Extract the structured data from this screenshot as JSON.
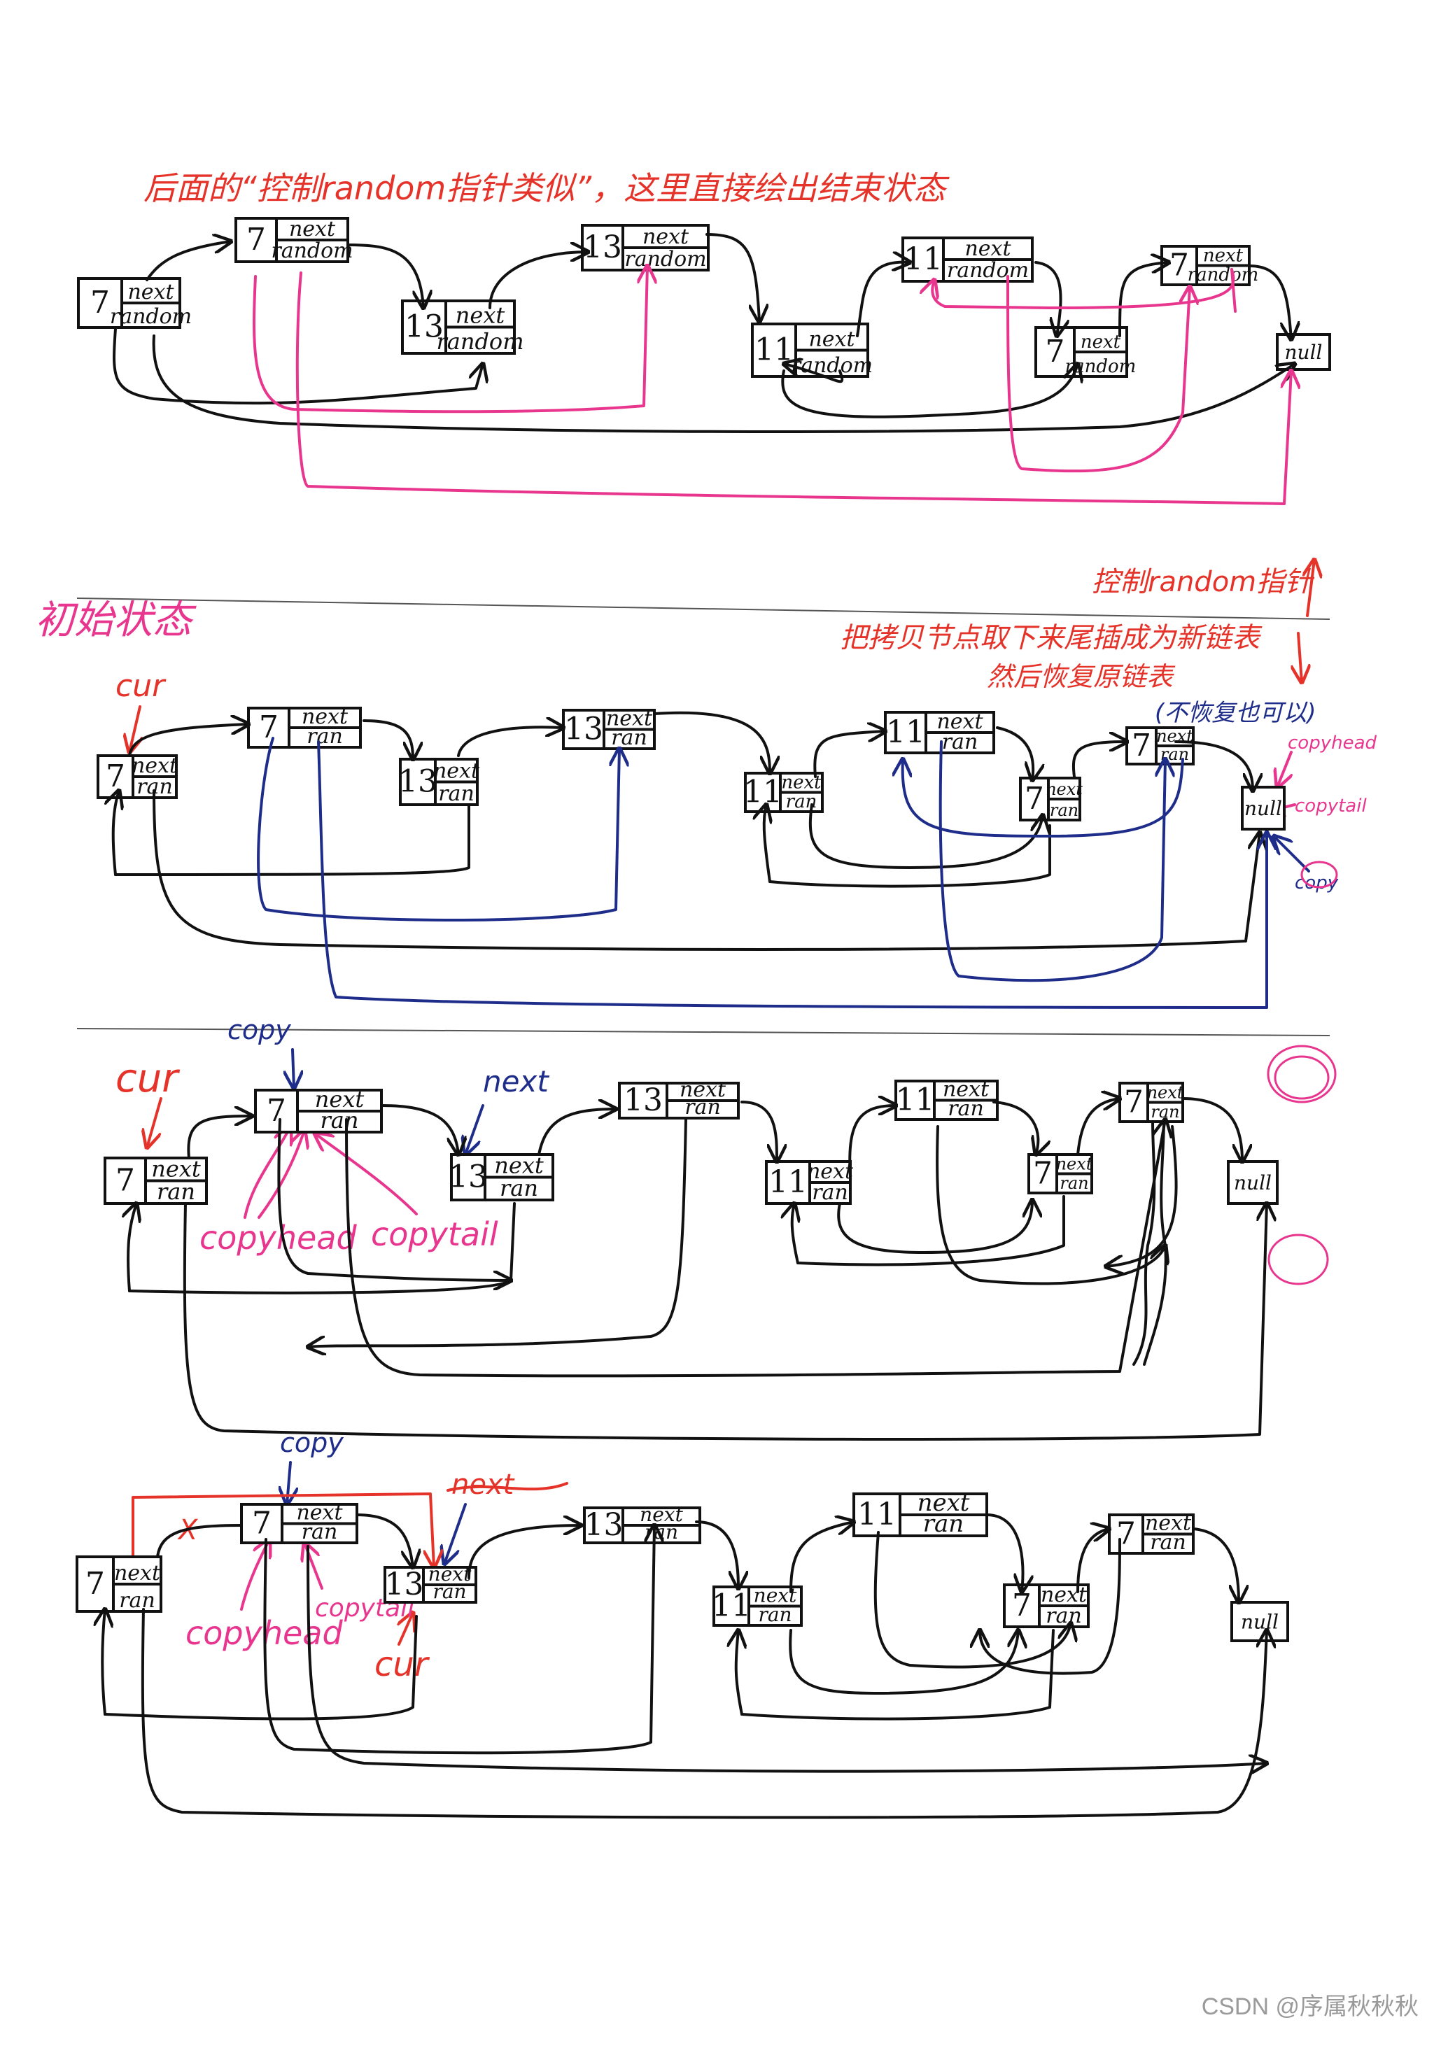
{
  "colors": {
    "ink": "#111111",
    "pink": "#e8368f",
    "blue": "#1f2d8a",
    "red": "#e5332a",
    "watermark": "#9a9a9a"
  },
  "fields": {
    "next": "next",
    "random": "random",
    "ran": "ran",
    "null": "null"
  },
  "section1": {
    "title": "后面的“控制random指针类似”，这里直接绘出结束状态",
    "values": [
      "7",
      "7",
      "13",
      "13",
      "11",
      "11",
      "7",
      "7"
    ]
  },
  "section2": {
    "title": "初始状态",
    "cur": "cur",
    "note_top": "控制random指针",
    "note_1": "把拷贝节点取下来尾插成为新链表",
    "note_2": "然后恢复原链表",
    "note_3": "(不恢复也可以)",
    "copyhead": "copyhead",
    "copytail": "copytail",
    "copy": "copy",
    "values": [
      "7",
      "7",
      "13",
      "13",
      "11",
      "11",
      "7",
      "7"
    ]
  },
  "section3": {
    "cur": "cur",
    "copy": "copy",
    "next": "next",
    "copyhead": "copyhead",
    "copytail": "copytail",
    "values": [
      "7",
      "7",
      "13",
      "13",
      "11",
      "11",
      "7",
      "7"
    ]
  },
  "section4": {
    "copy": "copy",
    "next": "next",
    "cur": "cur",
    "copyhead": "copyhead",
    "copytail": "copytail",
    "cross": "X",
    "values": [
      "7",
      "7",
      "13",
      "13",
      "11",
      "11",
      "7",
      "7"
    ]
  },
  "watermark": "CSDN @序属秋秋秋"
}
